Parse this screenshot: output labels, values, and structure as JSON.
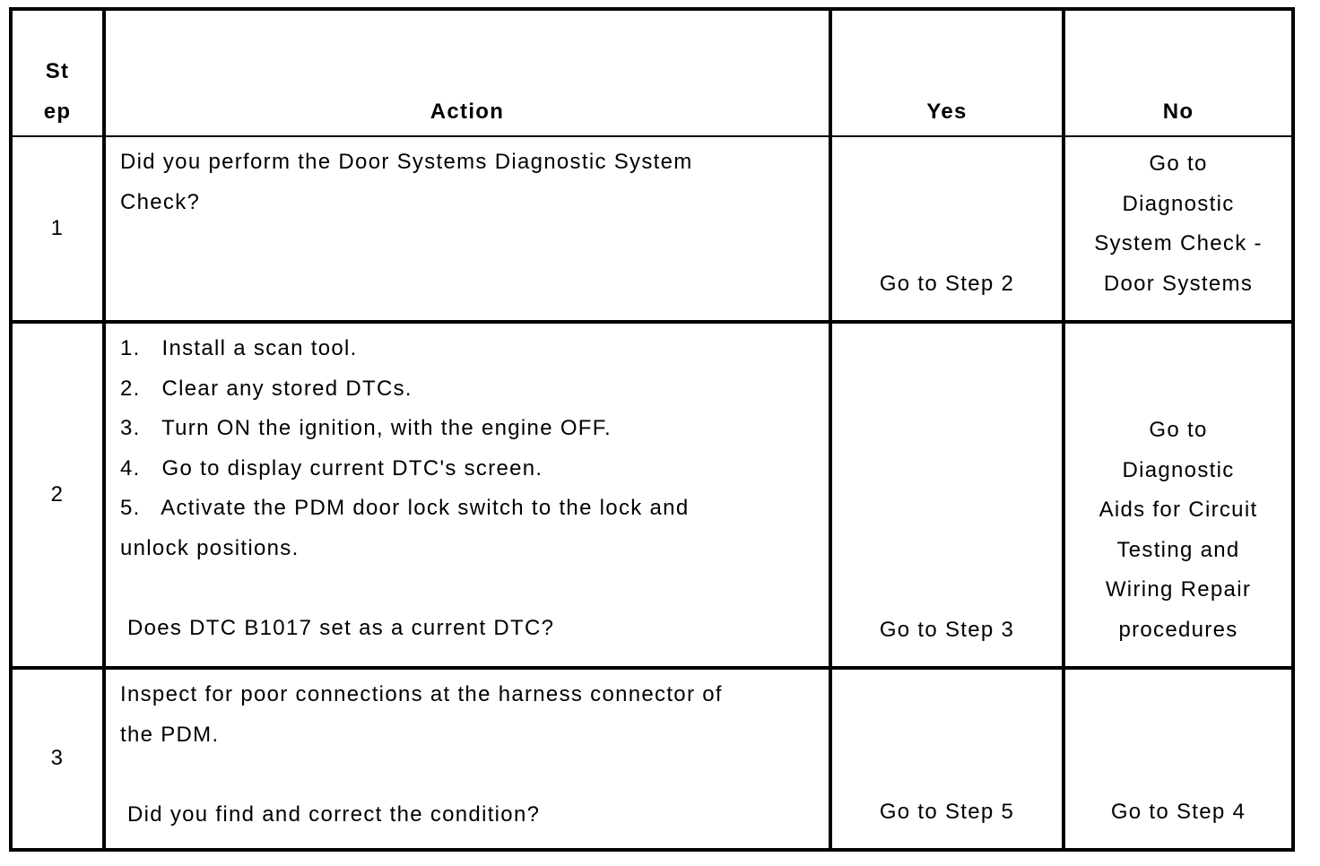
{
  "table": {
    "headers": {
      "step": "St\nep",
      "action": "Action",
      "yes": "Yes",
      "no": "No"
    },
    "rows": [
      {
        "step": "1",
        "action": "Did you perform the Door Systems Diagnostic System\nCheck?",
        "yes": "Go to Step 2",
        "no": "Go to\nDiagnostic\nSystem Check -\nDoor Systems"
      },
      {
        "step": "2",
        "action": "1.   Install a scan tool.\n2.   Clear any stored DTCs.\n3.   Turn ON the ignition, with the engine OFF.\n4.   Go to display current DTC's screen.\n5.   Activate the PDM door lock switch to the lock and\nunlock positions.\n\n Does DTC B1017 set as a current DTC?",
        "yes": "Go to Step 3",
        "no": "Go to\nDiagnostic\nAids for Circuit\nTesting and\nWiring Repair\nprocedures"
      },
      {
        "step": "3",
        "action": "Inspect for poor connections at the harness connector of\nthe PDM.\n\n Did you find and correct the condition?",
        "yes": "Go to Step 5",
        "no": "Go to Step 4"
      }
    ]
  }
}
